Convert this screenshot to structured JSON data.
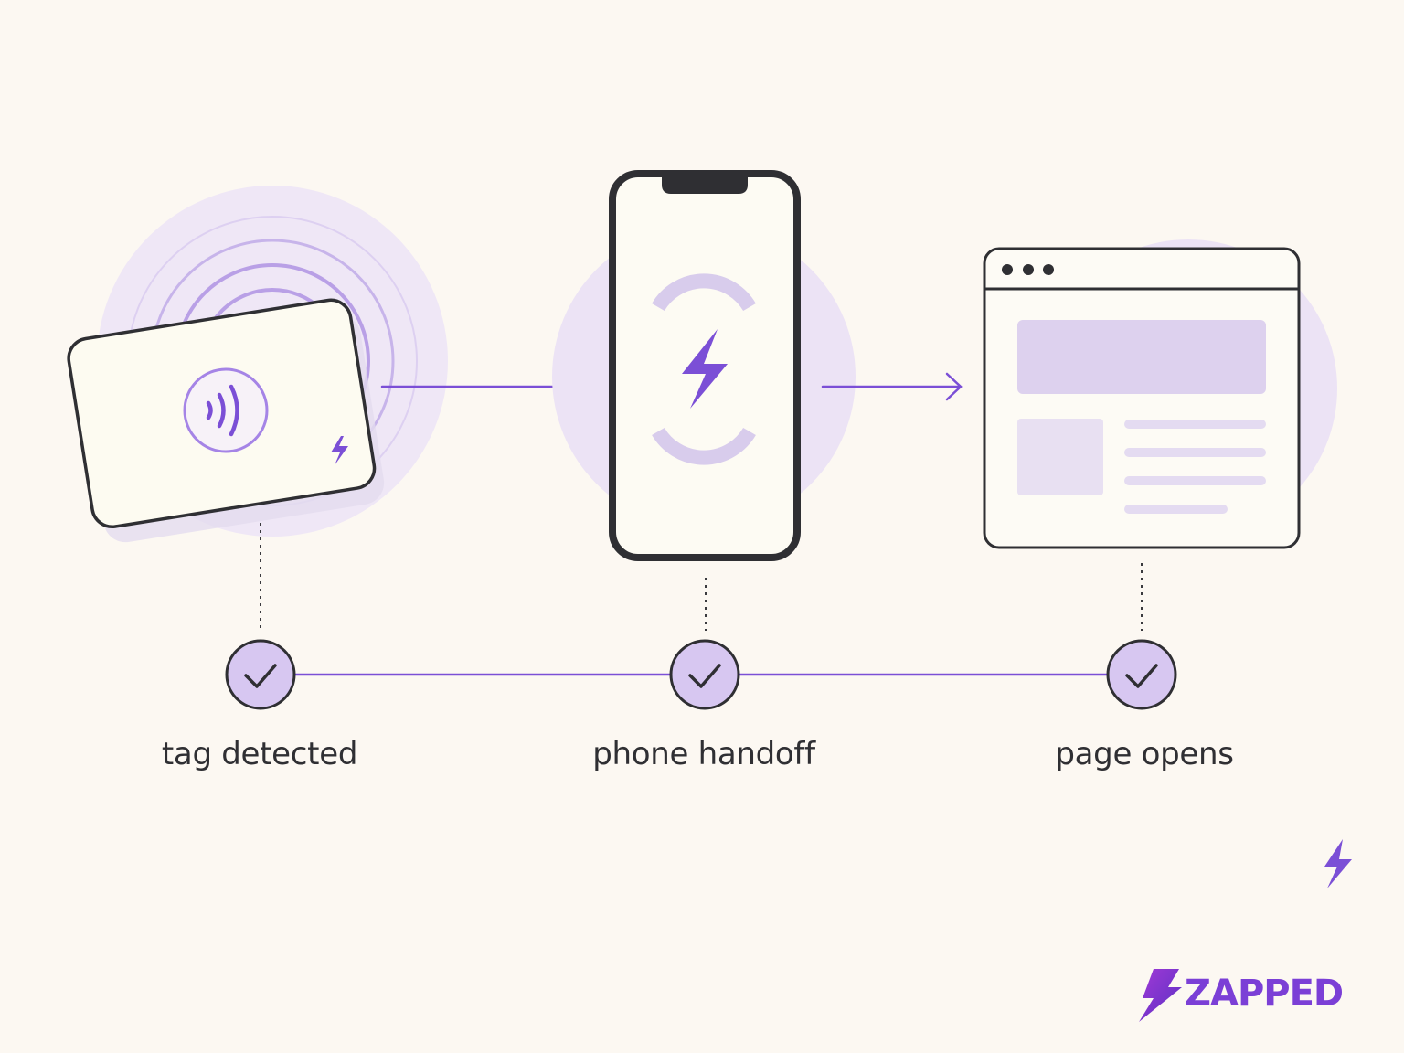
{
  "steps": [
    {
      "label": "tag detected"
    },
    {
      "label": "phone handoff"
    },
    {
      "label": "page opens"
    }
  ],
  "brand": {
    "name": "ZAPPED"
  },
  "icons": {
    "card": "nfc-card-icon",
    "nfc": "nfc-wave-icon",
    "bolt": "lightning-bolt-icon",
    "phone": "smartphone-icon",
    "browser": "browser-window-icon",
    "check": "check-icon"
  },
  "colors": {
    "background": "#fcf8f2",
    "accent": "#7b4fd6",
    "accent_light": "#d9cdee",
    "outline": "#2f2f33"
  }
}
